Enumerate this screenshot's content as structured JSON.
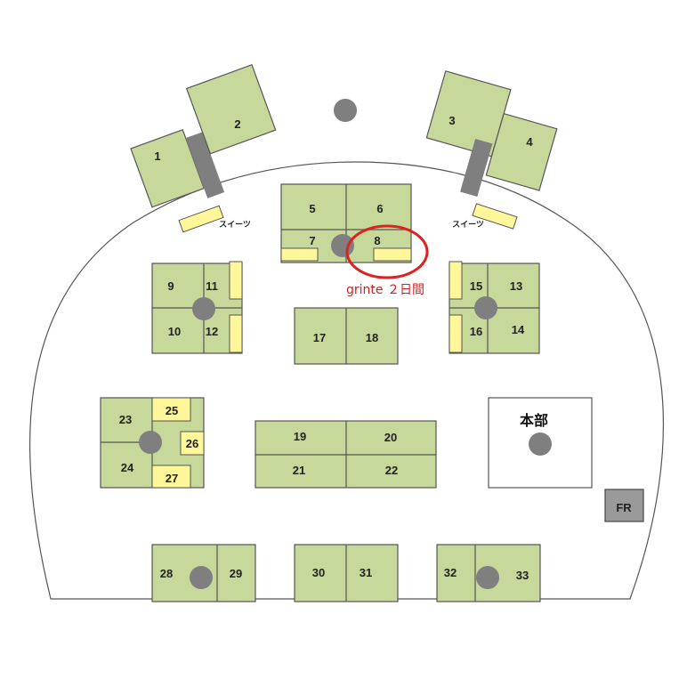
{
  "colors": {
    "booth": "#c6d89a",
    "yellow_booth": "#fff799",
    "pillar": "#7f7f7f",
    "outline": "#555555",
    "highlight": "#dd2222",
    "fr_box": "#9a9a9a"
  },
  "booths": [
    "1",
    "2",
    "3",
    "4",
    "5",
    "6",
    "7",
    "8",
    "9",
    "10",
    "11",
    "12",
    "13",
    "14",
    "15",
    "16",
    "17",
    "18",
    "19",
    "20",
    "21",
    "22",
    "23",
    "24",
    "25",
    "26",
    "27",
    "28",
    "29",
    "30",
    "31",
    "32",
    "33"
  ],
  "labels": {
    "suites_left": "スイーツ",
    "suites_right": "スイーツ",
    "headquarters": "本部",
    "fr": "FR"
  },
  "annotation": {
    "text": "grinte ２日間",
    "highlighted_booth": "8"
  }
}
